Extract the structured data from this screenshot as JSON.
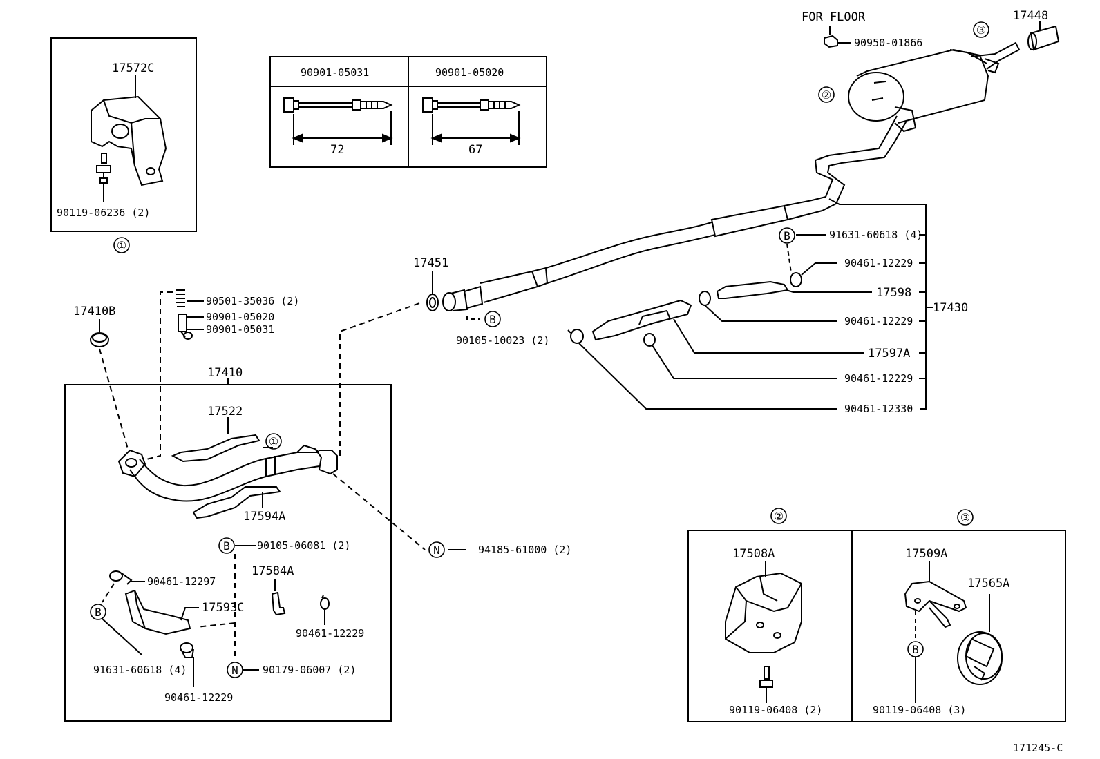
{
  "callouts": {
    "c1_top": "①",
    "c1_pipe": "①",
    "c2_top": "②",
    "c3_top": "③",
    "c2_box": "②",
    "c3_box": "③",
    "b1": "B",
    "b2": "B",
    "b3": "B",
    "b4": "B",
    "b5": "B",
    "n1": "N",
    "n2": "N"
  },
  "detail1": {
    "part": "17572C",
    "bolt": "90119-06236 (2)"
  },
  "bolt_table": {
    "col1_part": "90901-05031",
    "col1_length": "72",
    "col2_part": "90901-05020",
    "col2_length": "67"
  },
  "front_pipe": {
    "gasket": "17410B",
    "spring_bolt": "90501-35036 (2)",
    "bolt_a": "90901-05020",
    "bolt_b": "90901-05031",
    "assembly": "17410",
    "insulator_upper": "17522",
    "insulator_lower": "17594A",
    "nut": "94185-61000 (2)",
    "bolt_b2": "90105-06081 (2)",
    "clamp1": "90461-12297",
    "bracket": "17584A",
    "heat_insulator": "17593C",
    "clamp2": "90461-12229",
    "bolt_b3": "91631-60618 (4)",
    "clamp3": "90461-12229",
    "nut2": "90179-06007 (2)"
  },
  "center_pipe": {
    "gasket": "17451",
    "bolt": "90105-10023 (2)",
    "assembly": "17430",
    "bolt_b": "91631-60618 (4)",
    "clamp1": "90461-12229",
    "insulator1": "17598",
    "clamp2": "90461-12229",
    "insulator2": "17597A",
    "clamp3": "90461-12229",
    "clamp4": "90461-12330"
  },
  "tail": {
    "for_floor": "FOR FLOOR",
    "nut": "90950-01866",
    "tip": "17448"
  },
  "detail2": {
    "support": "17508A",
    "bolt": "90119-06408 (2)"
  },
  "detail3": {
    "bracket": "17509A",
    "hanger": "17565A",
    "bolt": "90119-06408 (3)"
  },
  "figure_id": "171245-C"
}
